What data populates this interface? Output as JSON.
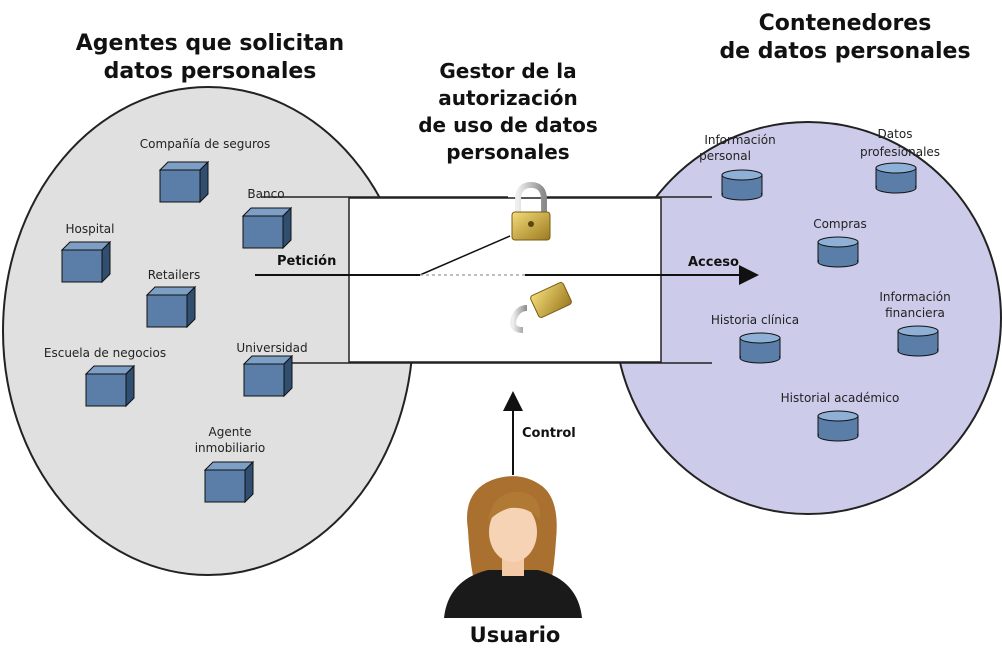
{
  "left_group": {
    "title_line1": "Agentes que solicitan",
    "title_line2": "datos personales",
    "agents": [
      "Compañía de seguros",
      "Banco",
      "Hospital",
      "Retailers",
      "Escuela de negocios",
      "Universidad",
      "Agente",
      "inmobiliario"
    ]
  },
  "center": {
    "title_line1": "Gestor de la",
    "title_line2": "autorización",
    "title_line3": "de uso de datos",
    "title_line4": "personales",
    "request_label": "Petición",
    "access_label": "Acceso",
    "control_label": "Control"
  },
  "right_group": {
    "title_line1": "Contenedores",
    "title_line2": "de datos personales",
    "containers": [
      "Información",
      "personal",
      "Datos",
      "profesionales",
      "Compras",
      "Información",
      "financiera",
      "Historia clínica",
      "Historial académico"
    ]
  },
  "user": {
    "label": "Usuario"
  },
  "colors": {
    "left_fill": "#e0e0e0",
    "right_fill": "#ccccea",
    "box_fill": "#5a7ea8",
    "cyl_fill": "#5a7ea8"
  }
}
